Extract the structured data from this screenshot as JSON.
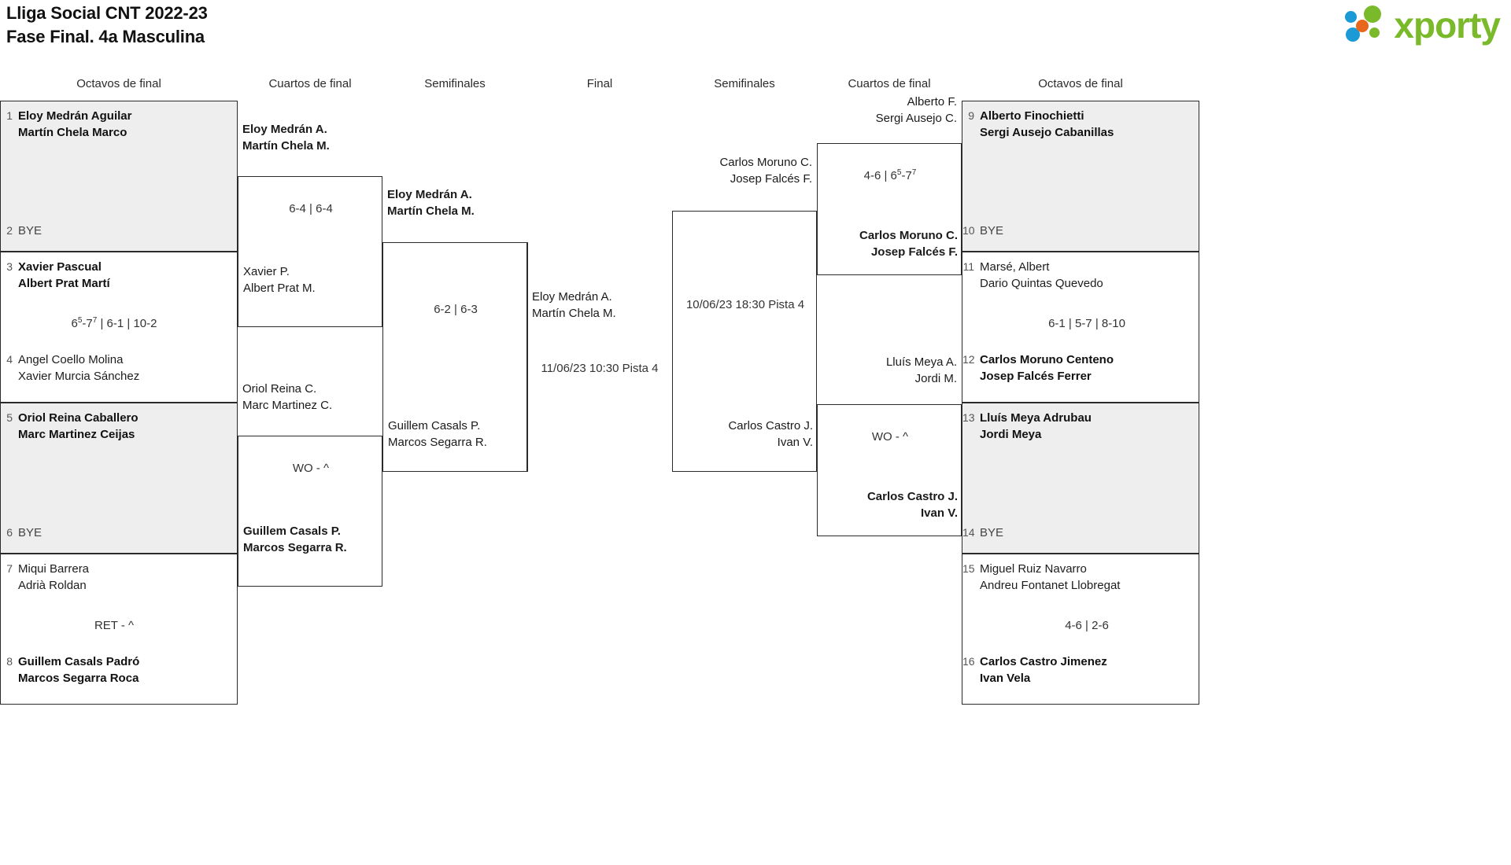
{
  "header": {
    "title_line1": "Lliga Social CNT 2022-23",
    "title_line2": "Fase Final. 4a Masculina",
    "logo_text": "xporty"
  },
  "round_headers": {
    "left_r16": "Octavos de final",
    "left_qf": "Cuartos de final",
    "left_sf": "Semifinales",
    "final": "Final",
    "right_sf": "Semifinales",
    "right_qf": "Cuartos de final",
    "right_r16": "Octavos de final"
  },
  "left": {
    "r16": [
      {
        "seed": "1",
        "line1": "Eloy Medrán Aguilar",
        "line2": "Martín Chela Marco",
        "winner": true
      },
      {
        "seed": "2",
        "line1": "BYE",
        "line2": "",
        "winner": false
      },
      {
        "seed": "3",
        "line1": "Xavier Pascual",
        "line2": "Albert Prat Martí",
        "winner": true
      },
      {
        "seed": "4",
        "line1": "Angel Coello Molina",
        "line2": "Xavier Murcia Sánchez",
        "winner": false
      },
      {
        "seed": "5",
        "line1": "Oriol Reina Caballero",
        "line2": "Marc Martinez Ceijas",
        "winner": true
      },
      {
        "seed": "6",
        "line1": "BYE",
        "line2": "",
        "winner": false
      },
      {
        "seed": "7",
        "line1": "Miqui Barrera",
        "line2": "Adrià Roldan",
        "winner": false
      },
      {
        "seed": "8",
        "line1": "Guillem Casals Padró",
        "line2": "Marcos Segarra Roca",
        "winner": true
      }
    ],
    "r16_scores": [
      {
        "pre": "6",
        "sup1": "5",
        "mid": "-7",
        "sup2": "7",
        "post": " | 6-1 | 10-2"
      },
      {
        "pre": "RET - ^",
        "sup1": "",
        "mid": "",
        "sup2": "",
        "post": ""
      }
    ],
    "qf": [
      {
        "line1": "Eloy Medrán A.",
        "line2": "Martín Chela M.",
        "winner": true
      },
      {
        "line1": "Xavier P.",
        "line2": "Albert Prat M.",
        "winner": false
      },
      {
        "line1": "Oriol Reina C.",
        "line2": "Marc Martinez C.",
        "winner": false
      },
      {
        "line1": "Guillem Casals P.",
        "line2": "Marcos Segarra R.",
        "winner": true
      }
    ],
    "qf_scores": [
      "6-4 | 6-4",
      "WO - ^"
    ],
    "sf": [
      {
        "line1": "Eloy Medrán A.",
        "line2": "Martín Chela M.",
        "winner": true
      },
      {
        "line1": "Guillem Casals P.",
        "line2": "Marcos Segarra R.",
        "winner": false
      }
    ],
    "sf_score": "6-2 | 6-3"
  },
  "final": {
    "winner": {
      "line1": "Eloy Medrán A.",
      "line2": "Martín Chela M."
    },
    "schedule": "11/06/23 10:30 Pista 4"
  },
  "right": {
    "sf": [
      {
        "line1": "Carlos Moruno C.",
        "line2": "Josep Falcés F.",
        "winner": false
      },
      {
        "line1": "Carlos Castro J.",
        "line2": "Ivan V.",
        "winner": false
      }
    ],
    "sf_schedule": "10/06/23 18:30 Pista 4",
    "qf": [
      {
        "line1": "Alberto F.",
        "line2": "Sergi Ausejo C.",
        "winner": false
      },
      {
        "line1": "Carlos Moruno C.",
        "line2": "Josep Falcés F.",
        "winner": true
      },
      {
        "line1": "Lluís Meya A.",
        "line2": "Jordi M.",
        "winner": false
      },
      {
        "line1": "Carlos Castro J.",
        "line2": "Ivan V.",
        "winner": true
      }
    ],
    "qf_scores": [
      {
        "pre": "4-6 | 6",
        "sup1": "5",
        "mid": "-7",
        "sup2": "7",
        "post": ""
      },
      {
        "pre": "WO - ^",
        "sup1": "",
        "mid": "",
        "sup2": "",
        "post": ""
      }
    ],
    "r16": [
      {
        "seed": "9",
        "line1": "Alberto Finochietti",
        "line2": "Sergi Ausejo Cabanillas",
        "winner": true
      },
      {
        "seed": "10",
        "line1": "BYE",
        "line2": "",
        "winner": false
      },
      {
        "seed": "11",
        "line1": "Marsé, Albert",
        "line2": "Dario Quintas Quevedo",
        "winner": false
      },
      {
        "seed": "12",
        "line1": "Carlos Moruno Centeno",
        "line2": "Josep Falcés Ferrer",
        "winner": true
      },
      {
        "seed": "13",
        "line1": "Lluís Meya Adrubau",
        "line2": "Jordi Meya",
        "winner": true
      },
      {
        "seed": "14",
        "line1": "BYE",
        "line2": "",
        "winner": false
      },
      {
        "seed": "15",
        "line1": "Miguel Ruiz Navarro",
        "line2": "Andreu Fontanet Llobregat",
        "winner": false
      },
      {
        "seed": "16",
        "line1": "Carlos Castro Jimenez",
        "line2": "Ivan Vela",
        "winner": true
      }
    ],
    "r16_scores": [
      "6-1 | 5-7 | 8-10",
      "4-6 | 2-6"
    ]
  },
  "colors": {
    "shade": "#eeeeee",
    "border": "#2a2a2a",
    "logo_green": "#7ab929",
    "logo_blue": "#1b9ad6",
    "logo_orange": "#e8671c"
  }
}
